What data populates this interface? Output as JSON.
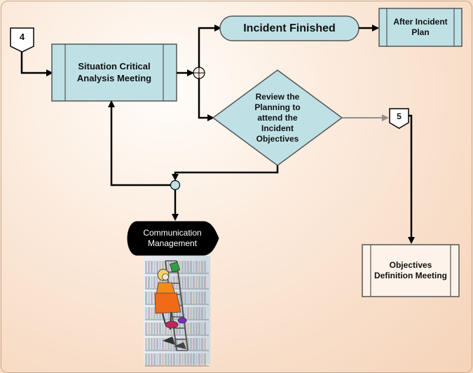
{
  "diagram": {
    "connector_in": "4",
    "connector_out": "5",
    "situation_meeting": "Situation Critical Analysis Meeting",
    "incident_finished": "Incident Finished",
    "after_incident_plan": "After Incident Plan",
    "review_decision": "Review the Planning to attend the Incident Objectives",
    "communication": "Communication Management",
    "objectives_meeting": "Objectives Definition Meeting"
  },
  "colors": {
    "box_fill": "#bfe1e6",
    "box_stroke": "#555555",
    "arrow": "#000000",
    "arrow_gray": "#8f8f8f",
    "comm_fill": "#000000",
    "junction_fill": "#bfe1e6"
  },
  "icons": {
    "illustration": "librarian-falling-off-ladder-illustration"
  }
}
